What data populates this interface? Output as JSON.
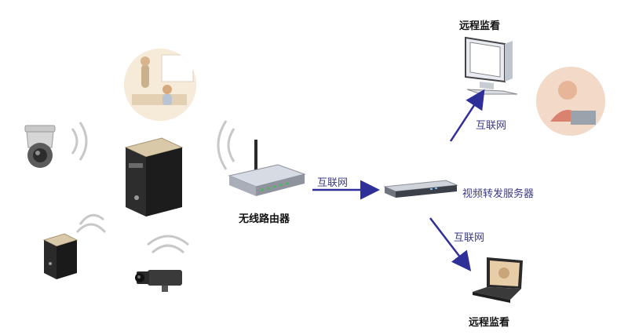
{
  "labels": {
    "remote_monitor_top": "远程监看",
    "internet_top": "互联网",
    "internet_mid": "互联网",
    "server_name": "视频转发服务器",
    "router_name": "无线路由器",
    "internet_bottom": "互联网",
    "remote_monitor_bottom": "远程监看"
  },
  "colors": {
    "arrow": "#2f2f9a",
    "wifi": "#c8c8c8"
  }
}
